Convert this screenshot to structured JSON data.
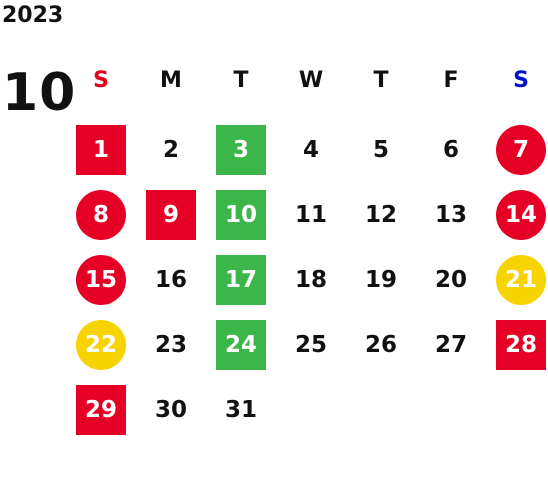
{
  "header": {
    "year": "2023",
    "month": "10"
  },
  "colors": {
    "sunday_label": "#e5001c",
    "saturday_label": "#0011cc",
    "red": "#e60025",
    "green": "#3cb54a",
    "yellow": "#f7d300"
  },
  "weekdays": [
    "S",
    "M",
    "T",
    "W",
    "T",
    "F",
    "S"
  ],
  "days": [
    {
      "label": "1",
      "col": 0,
      "row": 0,
      "style": "square",
      "color": "red"
    },
    {
      "label": "2",
      "col": 1,
      "row": 0,
      "style": "plain"
    },
    {
      "label": "3",
      "col": 2,
      "row": 0,
      "style": "square",
      "color": "green"
    },
    {
      "label": "4",
      "col": 3,
      "row": 0,
      "style": "plain"
    },
    {
      "label": "5",
      "col": 4,
      "row": 0,
      "style": "plain"
    },
    {
      "label": "6",
      "col": 5,
      "row": 0,
      "style": "plain"
    },
    {
      "label": "7",
      "col": 6,
      "row": 0,
      "style": "circle",
      "color": "red"
    },
    {
      "label": "8",
      "col": 0,
      "row": 1,
      "style": "circle",
      "color": "red"
    },
    {
      "label": "9",
      "col": 1,
      "row": 1,
      "style": "square",
      "color": "red"
    },
    {
      "label": "10",
      "col": 2,
      "row": 1,
      "style": "square",
      "color": "green"
    },
    {
      "label": "11",
      "col": 3,
      "row": 1,
      "style": "plain"
    },
    {
      "label": "12",
      "col": 4,
      "row": 1,
      "style": "plain"
    },
    {
      "label": "13",
      "col": 5,
      "row": 1,
      "style": "plain"
    },
    {
      "label": "14",
      "col": 6,
      "row": 1,
      "style": "circle",
      "color": "red"
    },
    {
      "label": "15",
      "col": 0,
      "row": 2,
      "style": "circle",
      "color": "red"
    },
    {
      "label": "16",
      "col": 1,
      "row": 2,
      "style": "plain"
    },
    {
      "label": "17",
      "col": 2,
      "row": 2,
      "style": "square",
      "color": "green"
    },
    {
      "label": "18",
      "col": 3,
      "row": 2,
      "style": "plain"
    },
    {
      "label": "19",
      "col": 4,
      "row": 2,
      "style": "plain"
    },
    {
      "label": "20",
      "col": 5,
      "row": 2,
      "style": "plain"
    },
    {
      "label": "21",
      "col": 6,
      "row": 2,
      "style": "circle",
      "color": "yellow"
    },
    {
      "label": "22",
      "col": 0,
      "row": 3,
      "style": "circle",
      "color": "yellow"
    },
    {
      "label": "23",
      "col": 1,
      "row": 3,
      "style": "plain"
    },
    {
      "label": "24",
      "col": 2,
      "row": 3,
      "style": "square",
      "color": "green"
    },
    {
      "label": "25",
      "col": 3,
      "row": 3,
      "style": "plain"
    },
    {
      "label": "26",
      "col": 4,
      "row": 3,
      "style": "plain"
    },
    {
      "label": "27",
      "col": 5,
      "row": 3,
      "style": "plain"
    },
    {
      "label": "28",
      "col": 6,
      "row": 3,
      "style": "square",
      "color": "red"
    },
    {
      "label": "29",
      "col": 0,
      "row": 4,
      "style": "square",
      "color": "red"
    },
    {
      "label": "30",
      "col": 1,
      "row": 4,
      "style": "plain"
    },
    {
      "label": "31",
      "col": 2,
      "row": 4,
      "style": "plain"
    }
  ]
}
